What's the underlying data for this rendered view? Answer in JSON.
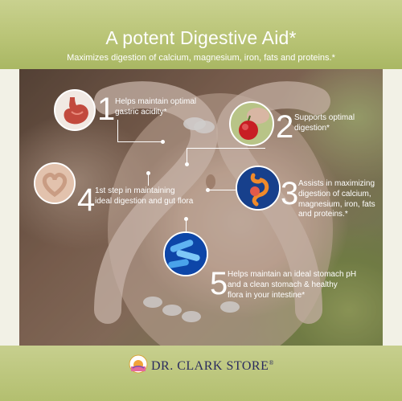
{
  "header": {
    "title": "A potent Digestive Aid*",
    "subtitle": "Maximizes digestion of calcium, magnesium, iron, fats and proteins.*"
  },
  "points": [
    {
      "number": "1",
      "lines": [
        "Helps maintain optimal",
        "gastric acidity*"
      ],
      "icon": "stomach-icon"
    },
    {
      "number": "2",
      "lines": [
        "Supports optimal",
        "digestion*"
      ],
      "icon": "apple-mouth-icon"
    },
    {
      "number": "3",
      "lines": [
        "Assists in maximizing",
        "digestion of calcium,",
        "magnesium, iron, fats",
        "and proteins.*"
      ],
      "icon": "digestive-system-icon"
    },
    {
      "number": "4",
      "lines": [
        "1st step in maintaining",
        "ideal digestion and gut flora"
      ],
      "icon": "heart-hands-icon"
    },
    {
      "number": "5",
      "lines": [
        "Helps maintain an ideal stomach pH",
        "and a clean stomach & healthy",
        "flora in your intestine*"
      ],
      "icon": "bacteria-icon"
    }
  ],
  "footer": {
    "brand": "DR. CLARK STORE",
    "registered": "®",
    "logo_icon": "sunrise-logo-icon"
  },
  "colors": {
    "header_green": "#b9c476",
    "brand_navy": "#2a2b5e",
    "text_white": "#ffffff"
  }
}
